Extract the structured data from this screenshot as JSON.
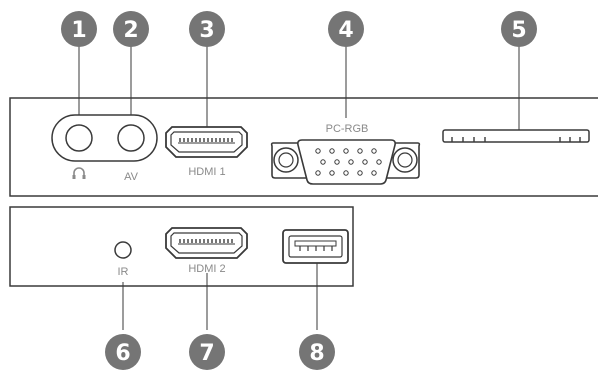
{
  "callouts": [
    "1",
    "2",
    "3",
    "4",
    "5",
    "6",
    "7",
    "8"
  ],
  "port_labels": {
    "av": "AV",
    "hdmi1": "HDMI 1",
    "pcrgb": "PC-RGB",
    "ir": "IR",
    "hdmi2": "HDMI 2"
  },
  "colors": {
    "callout_fill": "#757575",
    "panel_line": "#3a3a3a",
    "label_text": "#8a8a8a"
  },
  "icons": {
    "headphone": "headphone-icon"
  }
}
